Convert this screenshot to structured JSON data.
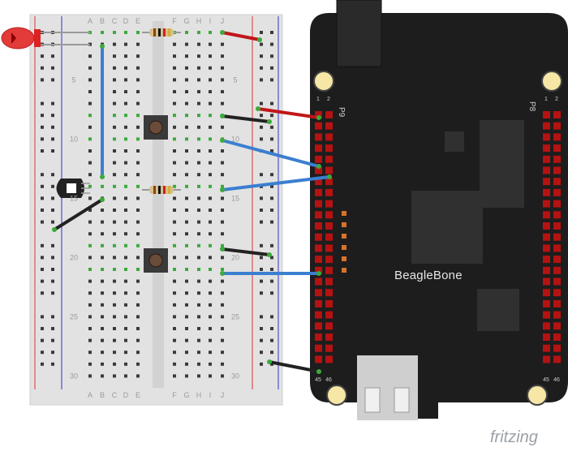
{
  "breadboard": {
    "column_letters_left": [
      "A",
      "B",
      "C",
      "D",
      "E"
    ],
    "column_letters_right": [
      "F",
      "G",
      "H",
      "I",
      "J"
    ],
    "row_numbers": [
      "5",
      "10",
      "15",
      "20",
      "25",
      "30"
    ]
  },
  "board": {
    "name": "BeagleBone",
    "header_left_name": "P9",
    "header_right_name": "P8",
    "pin_labels_top": [
      "1",
      "2"
    ],
    "pin_labels_bottom": [
      "45",
      "46"
    ]
  },
  "brand": "fritzing",
  "colors": {
    "breadboard": "#e2e2e2",
    "board": "#1d1d1d",
    "wire_red": "#c0171a",
    "wire_black": "#222222",
    "wire_blue": "#3b7fd0",
    "led": "#e33a3a",
    "header_pin": "#b51212"
  },
  "components": [
    {
      "name": "led",
      "color": "red"
    },
    {
      "name": "resistor"
    },
    {
      "name": "resistor"
    },
    {
      "name": "push-button"
    },
    {
      "name": "push-button"
    },
    {
      "name": "transistor"
    }
  ]
}
